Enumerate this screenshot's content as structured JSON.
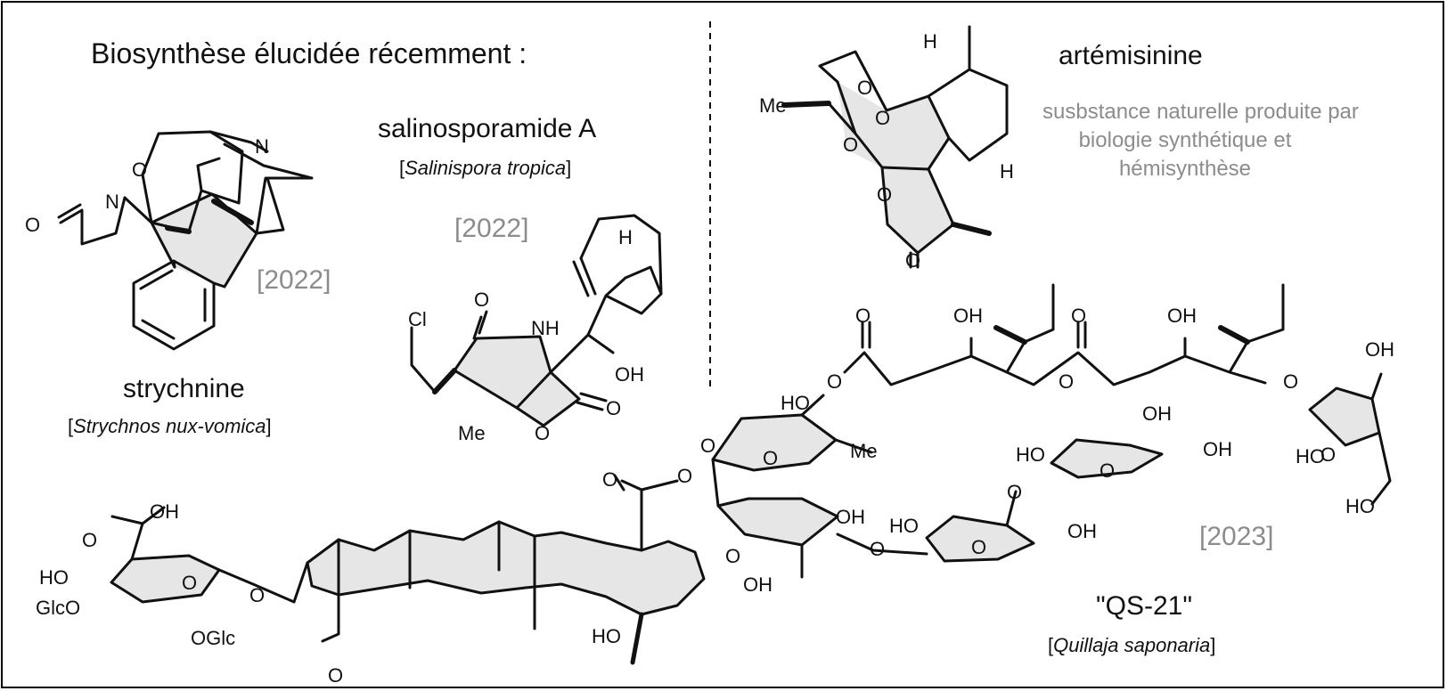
{
  "heading": "Biosynthèse élucidée récemment :",
  "compounds": {
    "strychnine": {
      "name": "strychnine",
      "source_open": "[",
      "source_species": "Strychnos nux-vomica",
      "source_close": "]",
      "year": "[2022]"
    },
    "salinosporamide": {
      "name": "salinosporamide A",
      "source_open": "[",
      "source_species": "Salinispora tropica",
      "source_close": "]",
      "year": "[2022]"
    },
    "artemisinine": {
      "name": "artémisinine",
      "note_line1": "susbstance naturelle produite par",
      "note_line2": "biologie synthétique et",
      "note_line3": "hémisynthèse"
    },
    "qs21": {
      "name": "\"QS-21\"",
      "source_open": "[",
      "source_species": "Quillaja saponaria",
      "source_close": "]",
      "year": "[2023]"
    }
  },
  "atom_labels": {
    "O": "O",
    "N": "N",
    "NH": "NH",
    "H": "H",
    "Cl": "Cl",
    "Me": "Me",
    "OH": "OH",
    "HO": "HO",
    "GlcO": "GlcO",
    "OGlc": "OGlc"
  },
  "colors": {
    "ring_fill": "#e6e6e6",
    "year_gray": "#8c8c8c",
    "line": "#111111"
  }
}
